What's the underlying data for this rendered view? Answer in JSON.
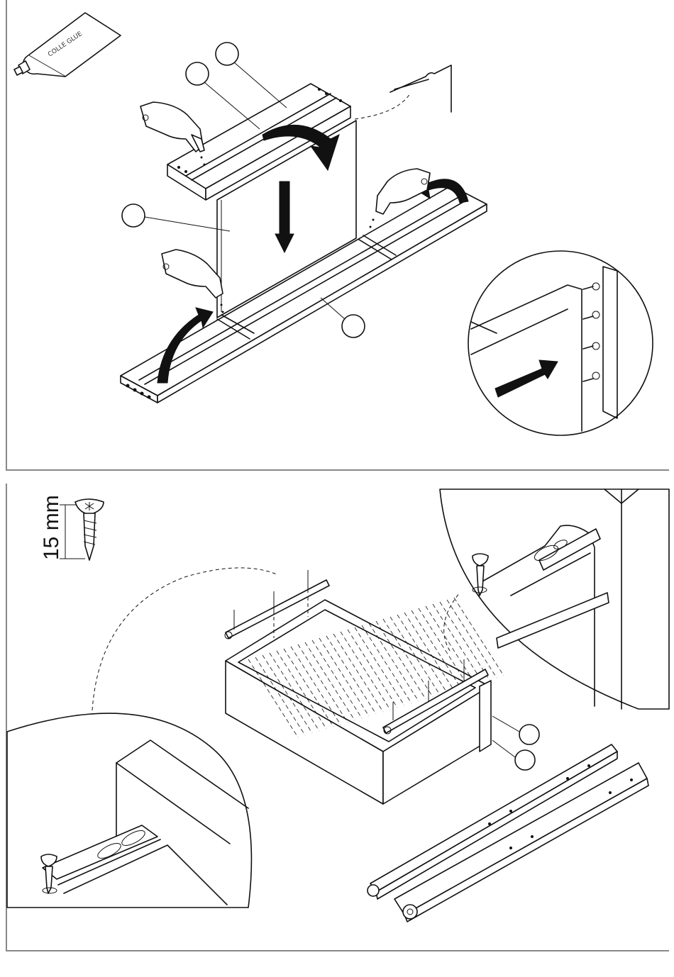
{
  "glue_tube": {
    "label": "COLLE GLUE"
  },
  "screw_spec": {
    "length_label": "15 mm"
  },
  "callouts": {
    "top_count": 4,
    "bottom_count": 2
  }
}
